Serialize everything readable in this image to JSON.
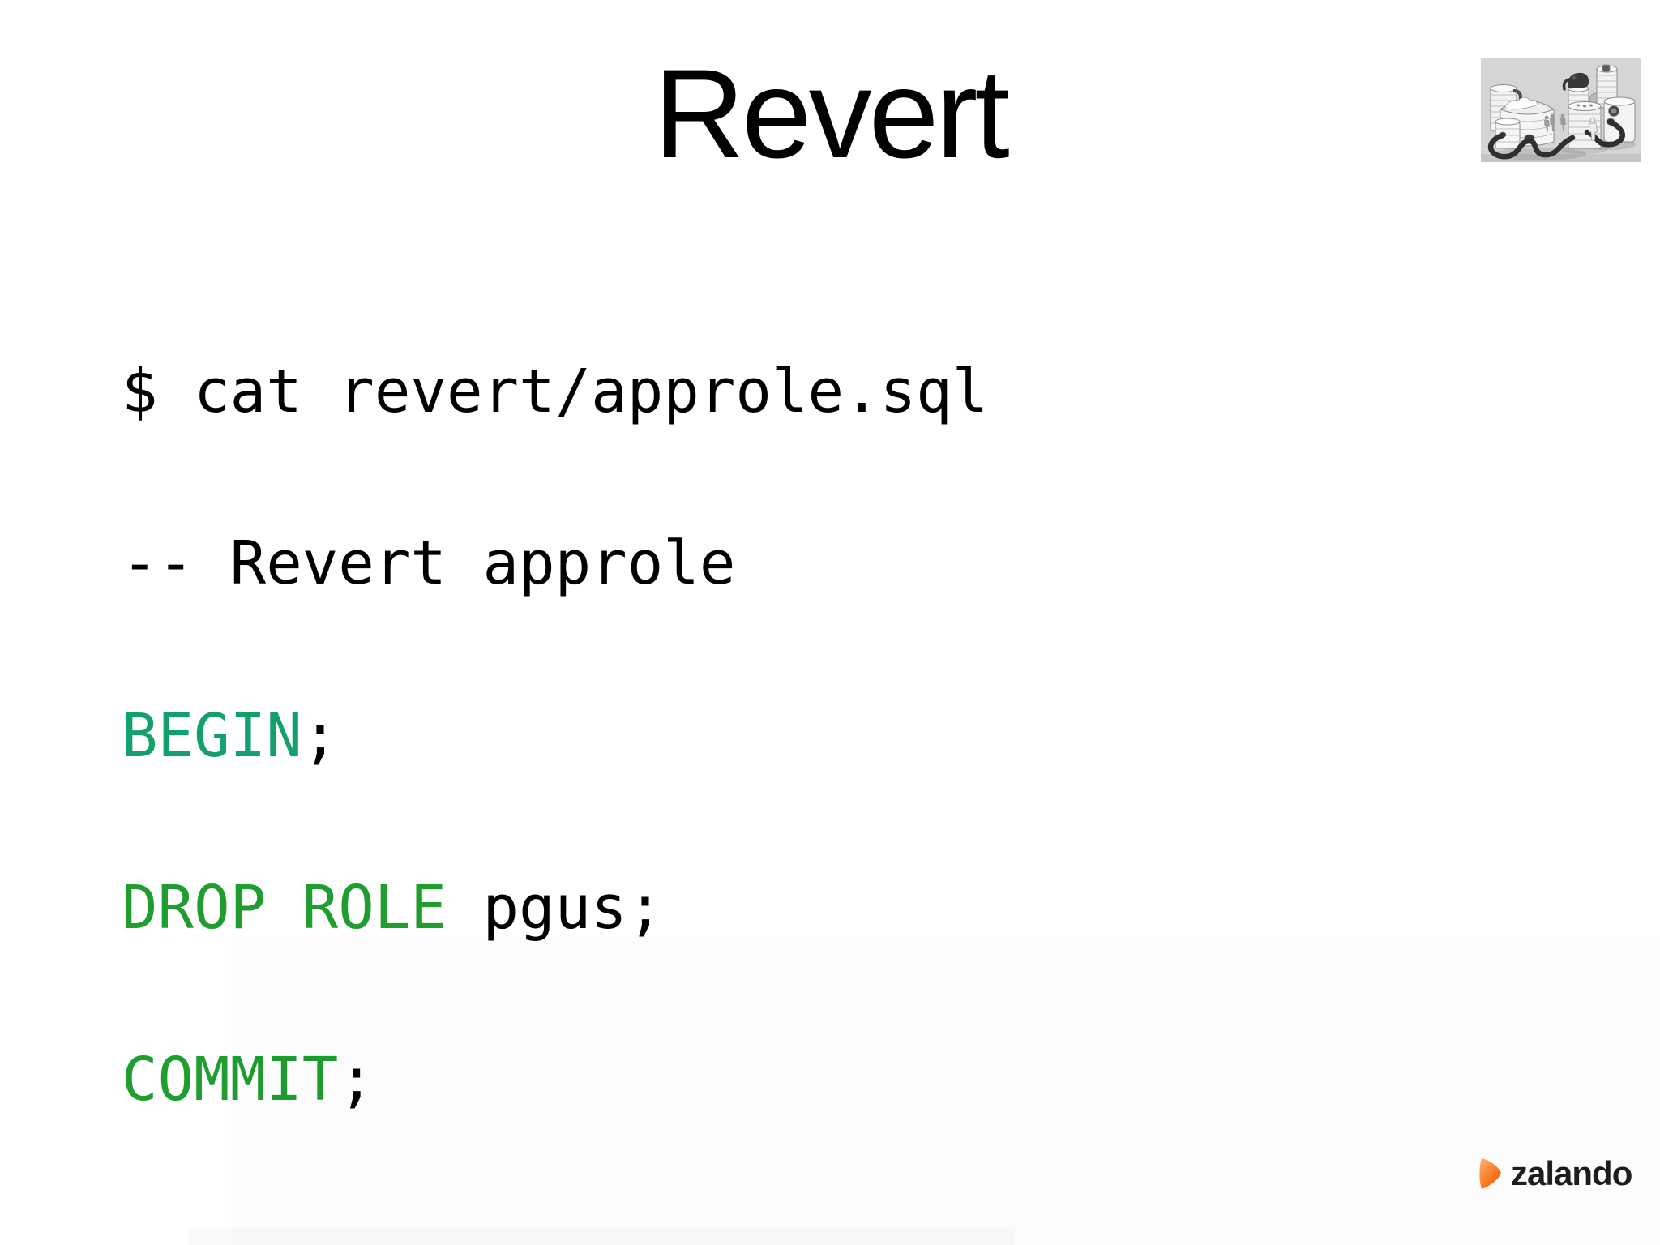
{
  "slide": {
    "title": "Revert",
    "code": {
      "lines": [
        {
          "segments": [
            {
              "text": "$ cat revert/approle.sql",
              "color": "#000000"
            }
          ]
        },
        {
          "segments": [
            {
              "text": "-- Revert approle",
              "color": "#000000"
            }
          ]
        },
        {
          "segments": [
            {
              "text": "BEGIN",
              "color": "#13a06b"
            },
            {
              "text": ";",
              "color": "#000000"
            }
          ]
        },
        {
          "segments": [
            {
              "text": "DROP ROLE",
              "color": "#1f9d2f"
            },
            {
              "text": " pgus;",
              "color": "#000000"
            }
          ]
        },
        {
          "segments": [
            {
              "text": "COMMIT",
              "color": "#1f9d2f"
            },
            {
              "text": ";",
              "color": "#000000"
            }
          ]
        }
      ]
    }
  },
  "illustration": {
    "name": "database-barrels-elephant-illustration",
    "description": "grayscale cartoon of database barrel towers connected by hoses with elephants and small people",
    "background": "#d5d5d5"
  },
  "branding": {
    "logo_text": "zalando",
    "logo_icon": "zalando-play-triangle-icon",
    "logo_orange": "#ff6900",
    "logo_text_color": "#1d1d1d"
  },
  "colors": {
    "background": "#ffffff",
    "title_text": "#000000",
    "code_text": "#000000",
    "sql_begin_green": "#13a06b",
    "sql_keyword_green": "#1f9d2f"
  }
}
